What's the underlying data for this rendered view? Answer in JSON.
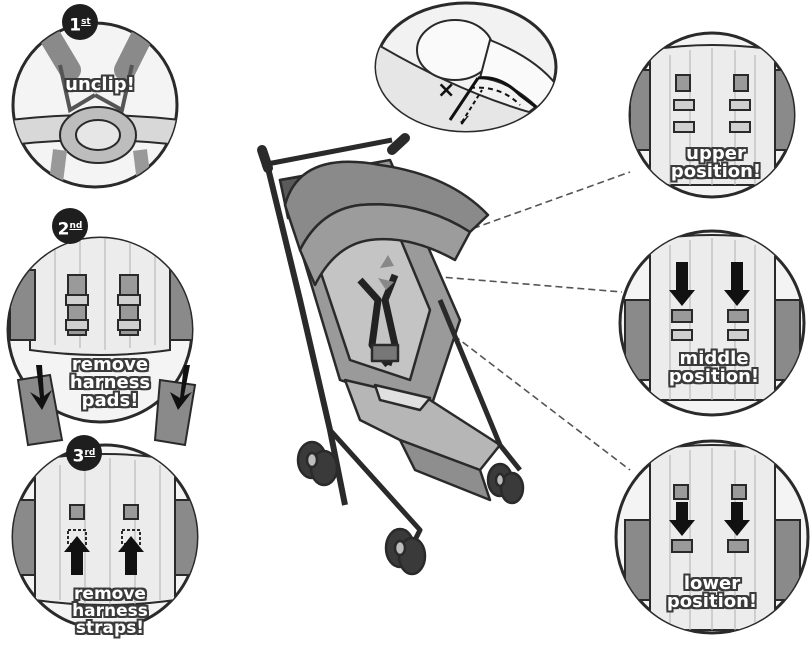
{
  "steps": [
    {
      "number": "1",
      "suffix": "st",
      "label": [
        "unclip!"
      ]
    },
    {
      "number": "2",
      "suffix": "nd",
      "label": [
        "remove",
        "harness",
        "pads!"
      ]
    },
    {
      "number": "3",
      "suffix": "rd",
      "label": [
        "remove",
        "harness",
        "straps!"
      ]
    }
  ],
  "positions": [
    {
      "label": [
        "upper",
        "position!"
      ]
    },
    {
      "label": [
        "middle",
        "position!"
      ]
    },
    {
      "label": [
        "lower",
        "position!"
      ]
    }
  ],
  "infant_check": {
    "wrong_mark": "×",
    "right_mark": "✓"
  }
}
